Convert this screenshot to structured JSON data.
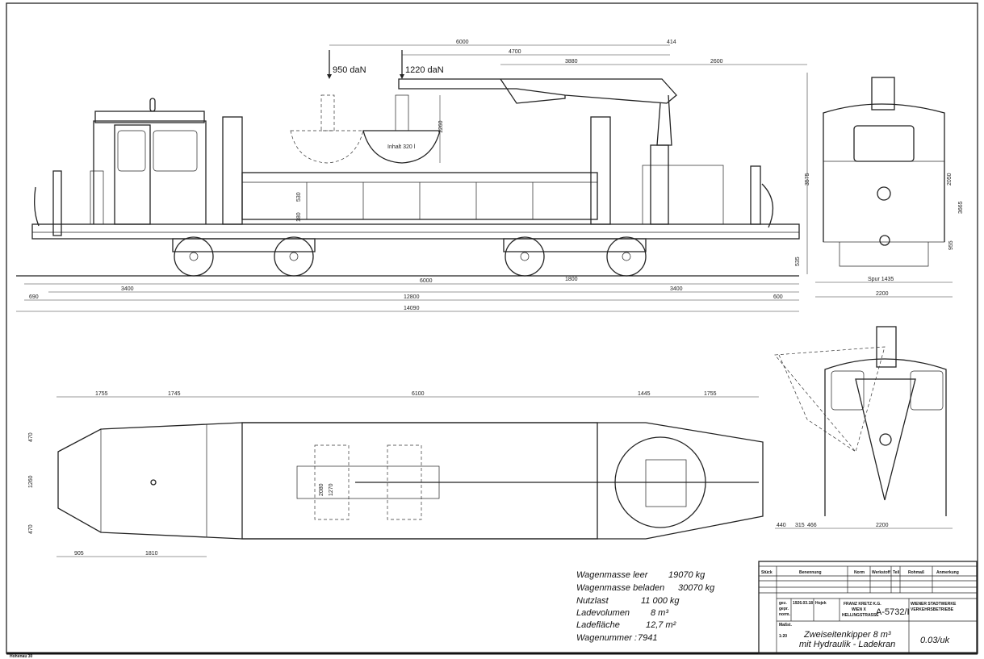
{
  "loads": {
    "bucket1": "950 daN",
    "bucket2": "1220 daN",
    "bucket_content": "Inhalt 320 l"
  },
  "dimensions_side": {
    "d6000_top": "6000",
    "d4700": "4700",
    "d3880": "3880",
    "d2600": "2600",
    "d414": "414",
    "d1260": "1260",
    "d530": "530",
    "d3575": "3575",
    "d180": "180",
    "d535": "535",
    "d3400a": "3400",
    "d6000": "6000",
    "d3400b": "3400",
    "d1800": "1800",
    "d12800": "12800",
    "d14090": "14090",
    "d600": "600",
    "d690": "690"
  },
  "dimensions_end": {
    "spur": "Spur 1435",
    "d2200": "2200",
    "d2050": "2050",
    "d3665": "3665",
    "d955": "955"
  },
  "dimensions_plan": {
    "d1755a": "1755",
    "d1745": "1745",
    "d6100": "6100",
    "d1445": "1445",
    "d1755b": "1755",
    "d905": "905",
    "d1810": "1810",
    "d470a": "470",
    "d1260": "1260",
    "d470b": "470",
    "d2080": "2080",
    "d1270": "1270"
  },
  "dimensions_rear": {
    "d440": "440",
    "d315": "315",
    "d466": "466",
    "d2200": "2200"
  },
  "specs": [
    {
      "label": "Wagenmasse leer",
      "value": "19070 kg"
    },
    {
      "label": "Wagenmasse beladen",
      "value": "30070 kg"
    },
    {
      "label": "Nutzlast",
      "value": "11 000 kg"
    },
    {
      "label": "Ladevolumen",
      "value": "8 m³"
    },
    {
      "label": "Ladefläche",
      "value": "12,7 m²"
    },
    {
      "label": "Wagenummer :",
      "value": "7941"
    }
  ],
  "title_block": {
    "headers": [
      "Stück",
      "Benennung",
      "Norm",
      "Werkstoff",
      "Teil",
      "Rohmaß",
      "Anmerkung"
    ],
    "row_labels": [
      "gez.",
      "gepr.",
      "norm.",
      "Maßst."
    ],
    "date": "1926.03.18",
    "drawn_by": "Hojek",
    "company": [
      "FRANZ KRETZ K.G.",
      "WIEN X",
      "HELLINGSTRASSE"
    ],
    "drawing_number": "A-5732/I",
    "client": [
      "WIENER STADTWERKE",
      "VERKEHRSBETRIEBE"
    ],
    "scale": "1:20",
    "title": "Zweiseitenkipper 8 m³",
    "subtitle": "mit Hydraulik - Ladekran",
    "stamp": "0.03/uk",
    "corner_label": "Hohenau 30"
  }
}
